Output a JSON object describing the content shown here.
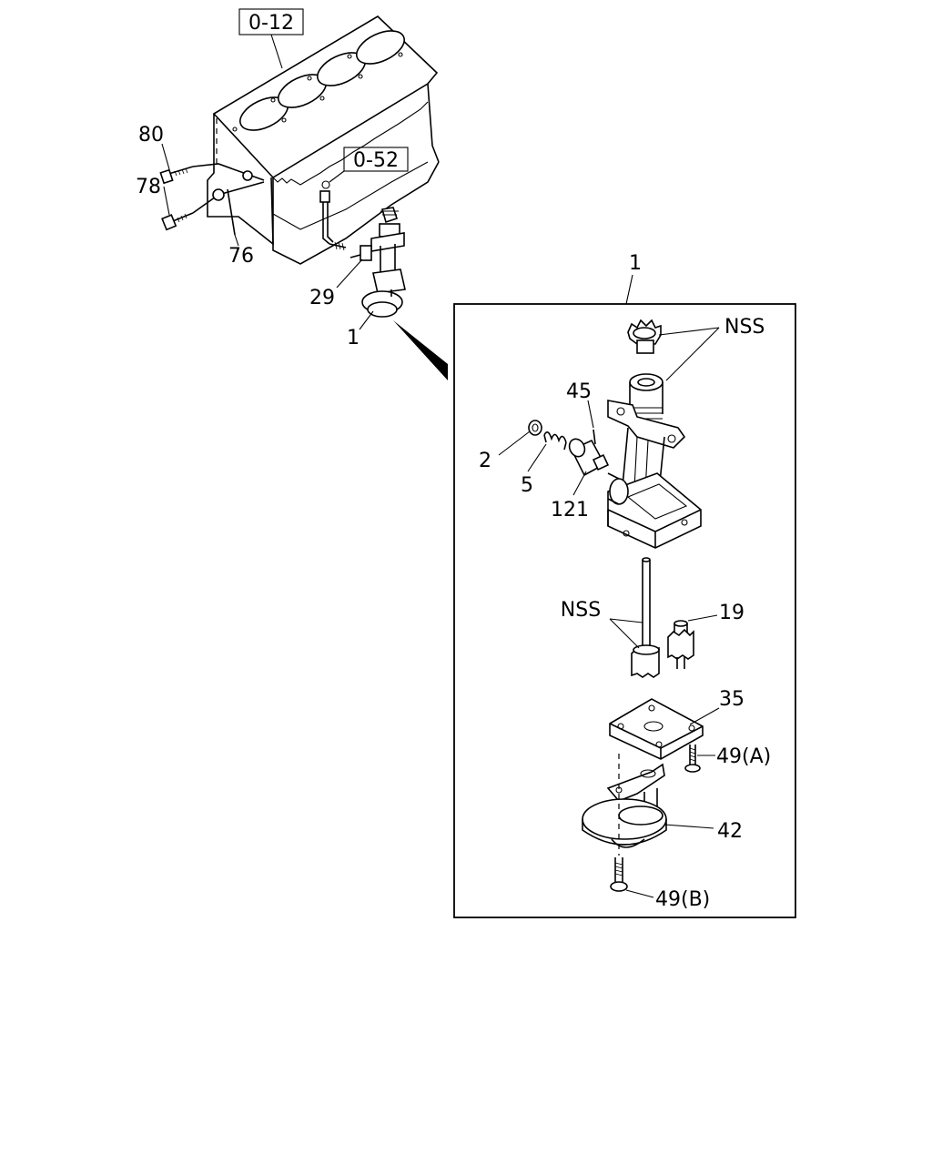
{
  "references": {
    "engine_block": "0-12",
    "oil_line": "0-52"
  },
  "overview_labels": {
    "p80": "80",
    "p78": "78",
    "p76": "76",
    "p29": "29",
    "p1": "1"
  },
  "detail": {
    "assembly_number": "1",
    "labels": {
      "nss_top": "NSS",
      "p45": "45",
      "p2": "2",
      "p5": "5",
      "p121": "121",
      "nss_mid": "NSS",
      "p19": "19",
      "p35": "35",
      "p49a": "49(A)",
      "p42": "42",
      "p49b": "49(B)"
    }
  }
}
